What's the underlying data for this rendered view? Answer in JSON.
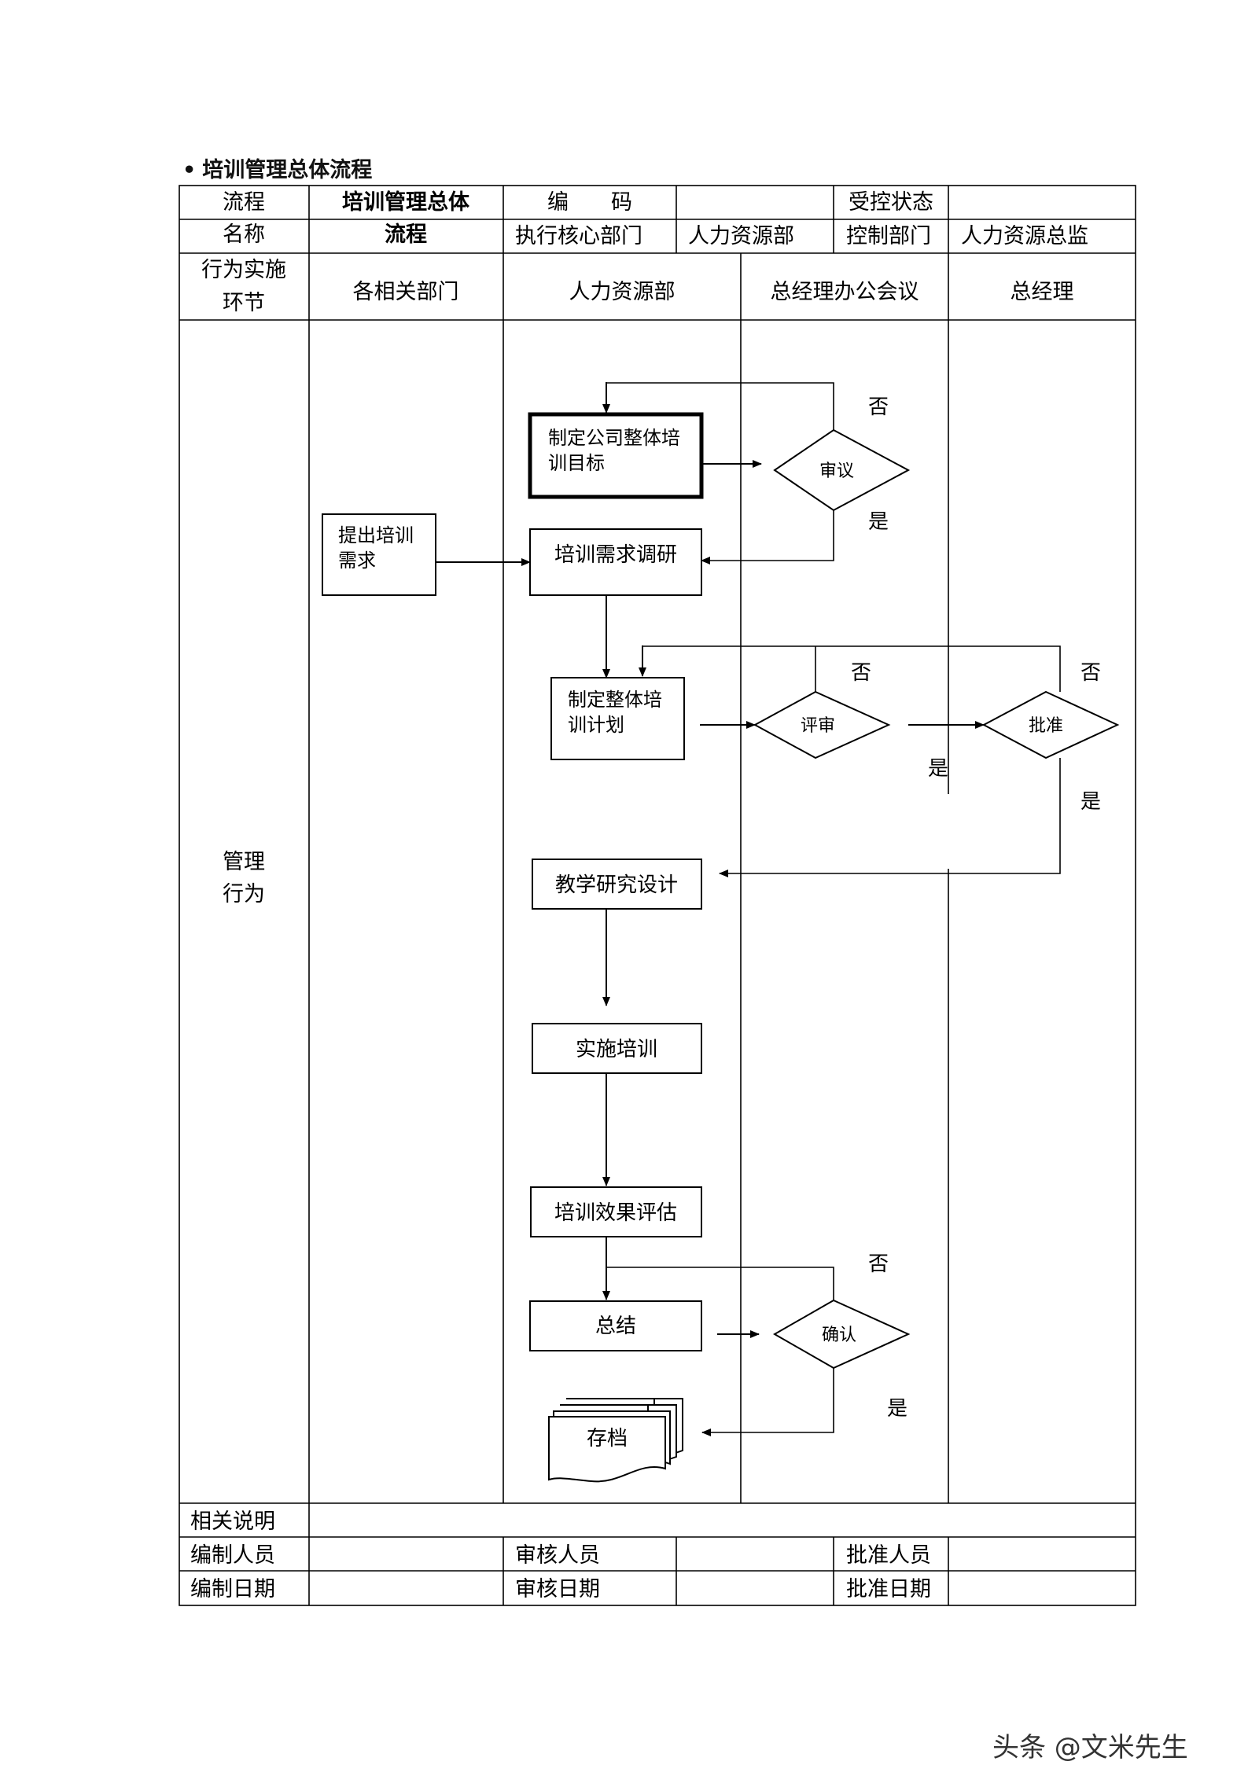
{
  "section_title": "培训管理总体流程",
  "header": {
    "flow_name_label": [
      "流程",
      "名称"
    ],
    "flow_name_value": [
      "培训管理总体",
      "流程"
    ],
    "code_label": "编　　码",
    "code_value": "",
    "status_label": "受控状态",
    "status_value": "",
    "exec_dept_label": "执行核心部门",
    "exec_dept_value": "人力资源部",
    "control_dept_label": "控制部门",
    "control_dept_value": "人力资源总监"
  },
  "lanes": {
    "row_label": [
      "行为实施",
      "环节"
    ],
    "columns": [
      "各相关部门",
      "人力资源部",
      "总经理办公会议",
      "总经理"
    ],
    "body_label": [
      "管理",
      "行为"
    ]
  },
  "nodes": {
    "set_goals": [
      "制定公司整体培",
      "训目标"
    ],
    "propose_needs": [
      "提出培训",
      "需求"
    ],
    "needs_survey": "培训需求调研",
    "make_plan": [
      "制定整体培",
      "训计划"
    ],
    "teaching_design": "教学研究设计",
    "implement": "实施培训",
    "evaluate": "培训效果评估",
    "summary": "总结",
    "archive": "存档",
    "deliberate": "审议",
    "review": "评审",
    "approve": "批准",
    "confirm": "确认"
  },
  "labels": {
    "no": "否",
    "yes": "是"
  },
  "footer": {
    "notes_label": "相关说明",
    "compiler_label": "编制人员",
    "reviewer_label": "审核人员",
    "approver_label": "批准人员",
    "compile_date_label": "编制日期",
    "review_date_label": "审核日期",
    "approve_date_label": "批准日期"
  },
  "watermark": "头条 @文米先生"
}
